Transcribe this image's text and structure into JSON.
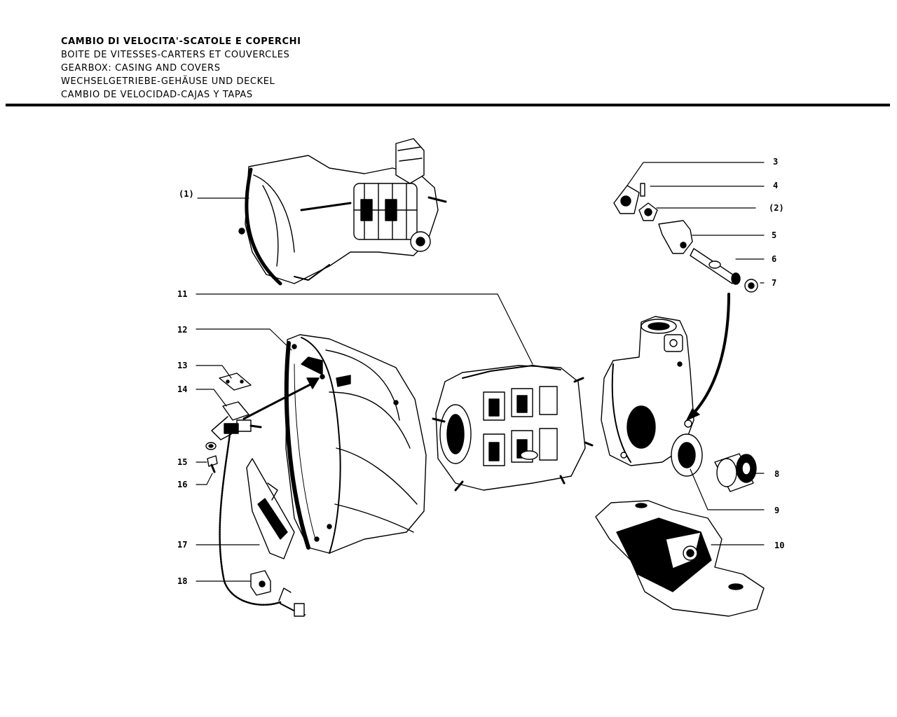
{
  "header": {
    "lines": [
      "CAMBIO DI VELOCITA'-SCATOLE E COPERCHI",
      "BOITE DE VITESSES-CARTERS ET COUVERCLES",
      "GEARBOX: CASING AND COVERS",
      "WECHSELGETRIEBE-GEHÄUSE UND DECKEL",
      "CAMBIO DE VELOCIDAD-CAJAS Y TAPAS"
    ]
  },
  "callouts": {
    "c_1": "(1)",
    "c_3": "3",
    "c_4": "4",
    "c_2": "(2)",
    "c_5": "5",
    "c_6": "6",
    "c_7": "7",
    "c_8": "8",
    "c_9": "9",
    "c_10": "10",
    "c_11": "11",
    "c_12": "12",
    "c_13": "13",
    "c_14": "14",
    "c_15": "15",
    "c_16": "16",
    "c_17": "17",
    "c_18": "18"
  },
  "colors": {
    "ink": "#000000",
    "paper": "#ffffff"
  }
}
